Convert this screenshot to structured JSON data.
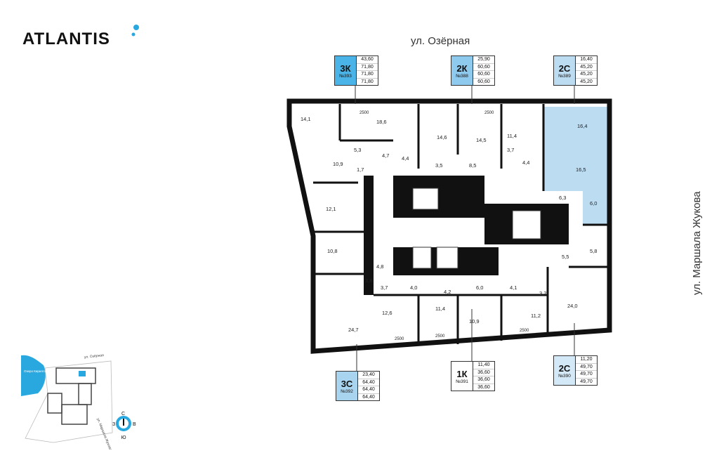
{
  "brand": {
    "name": "ATLANTIS",
    "accent": "#29a8e0"
  },
  "streets": {
    "top": "ул. Озёрная",
    "right": "ул. Маршала Жукова"
  },
  "apartments": [
    {
      "type": "3К",
      "number": "№393",
      "areas": [
        "43,60",
        "71,80",
        "71,80",
        "71,80"
      ]
    },
    {
      "type": "2К",
      "number": "№388",
      "areas": [
        "25,90",
        "60,60",
        "60,60",
        "60,60"
      ]
    },
    {
      "type": "2С",
      "number": "№389",
      "areas": [
        "16,40",
        "45,20",
        "45,20",
        "45,20"
      ]
    },
    {
      "type": "3С",
      "number": "№392",
      "areas": [
        "23,40",
        "64,40",
        "64,40",
        "64,40"
      ]
    },
    {
      "type": "1К",
      "number": "№391",
      "areas": [
        "11,40",
        "36,60",
        "36,60",
        "36,60"
      ]
    },
    {
      "type": "2С",
      "number": "№390",
      "areas": [
        "11,20",
        "49,70",
        "49,70",
        "49,70"
      ]
    }
  ],
  "rooms": [
    "14,1",
    "18,6",
    "14,6",
    "14,5",
    "11,4",
    "16,4",
    "5,3",
    "4,7",
    "4,4",
    "3,7",
    "10,9",
    "1,7",
    "3,5",
    "8,5",
    "4,4",
    "16,5",
    "6,3",
    "6,0",
    "12,1",
    "10,8",
    "5,8",
    "5,5",
    "4,8",
    "3,8",
    "3,7",
    "4,0",
    "4,2",
    "6,0",
    "4,1",
    "3,2",
    "24,0",
    "12,6",
    "11,4",
    "10,9",
    "11,2",
    "24,7"
  ],
  "dimensions": [
    "2500",
    "2500",
    "2500",
    "2500",
    "2500"
  ],
  "minimap": {
    "lake": "Озеро Кирилловское",
    "street_top": "ул. Озёрная",
    "street_right": "ул. Маршала Жукова"
  },
  "compass": {
    "n": "С",
    "s": "Ю",
    "w": "З",
    "e": "В"
  }
}
